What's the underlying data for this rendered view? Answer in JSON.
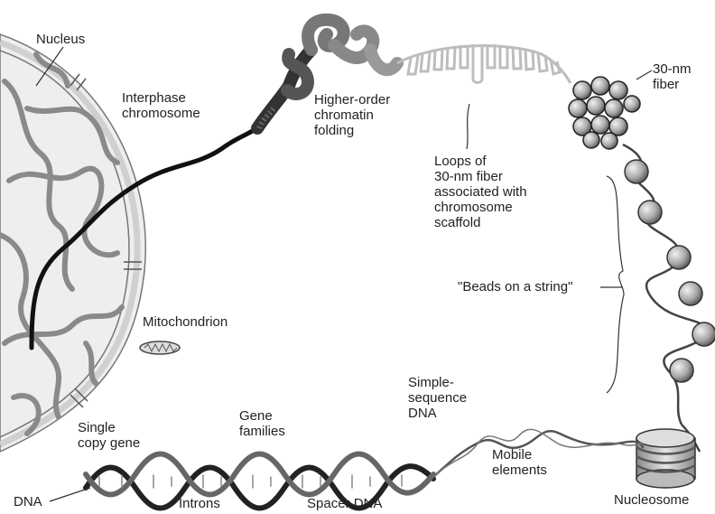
{
  "labels": {
    "nucleus": "Nucleus",
    "interphase_chromosome": "Interphase\nchromosome",
    "higher_order": "Higher-order\nchromatin\nfolding",
    "fiber_30nm": "30-nm\nfiber",
    "loops": "Loops of\n30-nm fiber\nassociated with\nchromosome\nscaffold",
    "beads": "\"Beads on a string\"",
    "mitochondrion": "Mitochondrion",
    "simple_sequence": "Simple-\nsequence\nDNA",
    "gene_families": "Gene\nfamilies",
    "single_copy_gene": "Single\ncopy gene",
    "mobile_elements": "Mobile\nelements",
    "dna": "DNA",
    "introns": "Introns",
    "spacer_dna": "Spacer DNA",
    "nucleosome": "Nucleosome"
  },
  "colors": {
    "chromatin": "#8a8a8a",
    "chromosome_line": "#111111",
    "envelope": "#d9d9d9",
    "loops": "#bdbdbd",
    "bead": "#9c9c9c",
    "label_text": "#222222"
  }
}
